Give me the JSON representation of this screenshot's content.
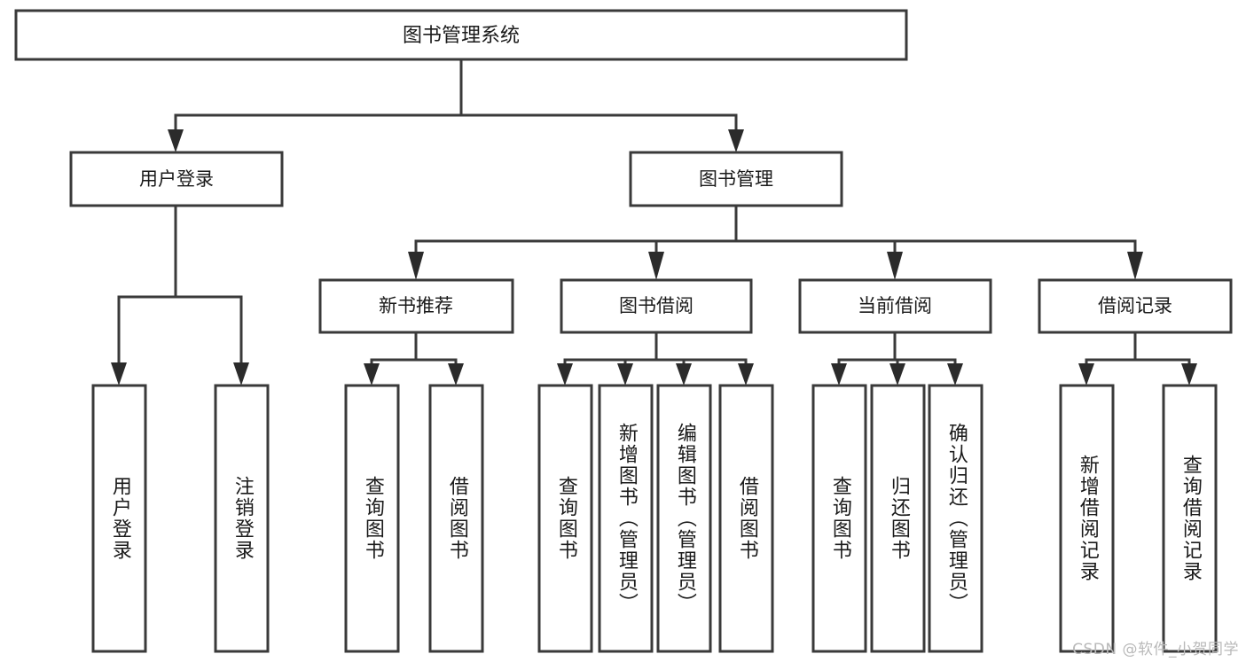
{
  "diagram": {
    "title_node": {
      "label": "图书管理系统"
    },
    "level2": [
      {
        "id": "user-login",
        "label": "用户登录"
      },
      {
        "id": "book-manage",
        "label": "图书管理"
      }
    ],
    "level3": [
      {
        "id": "new-book-recommend",
        "label": "新书推荐"
      },
      {
        "id": "book-borrow",
        "label": "图书借阅"
      },
      {
        "id": "current-borrow",
        "label": "当前借阅"
      },
      {
        "id": "borrow-record",
        "label": "借阅记录"
      }
    ],
    "leaves": [
      {
        "id": "leaf-user-login",
        "label": "用户登录"
      },
      {
        "id": "leaf-logout-login",
        "label": "注销登录"
      },
      {
        "id": "leaf-query-book-1",
        "label": "查询图书"
      },
      {
        "id": "leaf-borrow-book-1",
        "label": "借阅图书"
      },
      {
        "id": "leaf-query-book-2",
        "label": "查询图书"
      },
      {
        "id": "leaf-add-book",
        "label": "新增图书（管理员）"
      },
      {
        "id": "leaf-edit-book",
        "label": "编辑图书（管理员）"
      },
      {
        "id": "leaf-borrow-book-2",
        "label": "借阅图书"
      },
      {
        "id": "leaf-query-book-3",
        "label": "查询图书"
      },
      {
        "id": "leaf-return-book",
        "label": "归还图书"
      },
      {
        "id": "leaf-confirm-return",
        "label": "确认归还（管理员）"
      },
      {
        "id": "leaf-add-record",
        "label": "新增借阅记录"
      },
      {
        "id": "leaf-query-record",
        "label": "查询借阅记录"
      }
    ],
    "watermark": "CSDN @软件_小贺同学",
    "colors": {
      "box_stroke": "#3a3a3a",
      "connector": "#3a3a3a",
      "background": "#ffffff",
      "text": "#1a1a1a",
      "watermark": "#b9b9b9"
    }
  }
}
